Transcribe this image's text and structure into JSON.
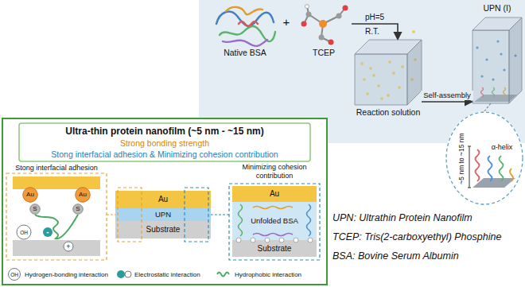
{
  "diagram": {
    "nodes": [
      {
        "text": [
          "Native BSA"
        ]
      },
      {
        "text": [
          "TCEP"
        ]
      },
      {
        "text": [
          "Reaction solution"
        ]
      },
      {
        "text": [
          "UPN (I)"
        ]
      },
      {
        "text": [
          "~5 nm to ~15 nm",
          "α-helix"
        ]
      },
      {
        "text": [
          "Ultra-thin protein nanofilm (~5 nm - ~15 nm)",
          "Strong bonding strength",
          "Stong interfacial adhesion & Minimizing cohesion contribution"
        ]
      },
      {
        "text": [
          "Stong interfacial adhesion"
        ],
        "in": 5
      },
      {
        "text": [
          "Au"
        ],
        "in": 6
      },
      {
        "text": [
          "Au"
        ],
        "in": 6
      },
      {
        "text": [
          "S"
        ],
        "in": 6
      },
      {
        "text": [
          "S"
        ],
        "in": 6
      },
      {
        "text": [
          "Au"
        ],
        "in": 5
      },
      {
        "text": [
          "UPN"
        ],
        "in": 5
      },
      {
        "text": [
          "Substrate"
        ],
        "in": 5
      },
      {
        "text": [
          "Minimizing cohesion contribution"
        ],
        "in": 5
      },
      {
        "text": [
          "Au"
        ],
        "in": 14
      },
      {
        "text": [
          "Unfolded BSA"
        ],
        "in": 14
      },
      {
        "text": [
          "Substrate"
        ],
        "in": 14
      }
    ],
    "edges": [
      {
        "from": 1,
        "to": 2,
        "label": "pH=5",
        "arrow": "to"
      },
      {
        "from": 2,
        "to": 3,
        "label": "Self-assembly",
        "arrow": "to"
      },
      {
        "from": 3,
        "to": 4,
        "arrow": "none"
      },
      {
        "from": 6,
        "to": 12,
        "arrow": "none"
      },
      {
        "from": 12,
        "to": 14,
        "arrow": "none"
      }
    ],
    "labels": [
      "+",
      "R.T.",
      "OH",
      "-",
      "+",
      "OH",
      "UPN: Ultrathin Protein Nanofilm",
      "TCEP: Tris(2-carboxyethyl) Phosphine",
      "BSA: Bovine Serum Albumin"
    ],
    "legend": [
      {
        "text": "Hydrogen-bonding interaction"
      },
      {
        "text": "Electrostatic interaction"
      },
      {
        "text": "Hydrophobic interaction"
      }
    ]
  }
}
